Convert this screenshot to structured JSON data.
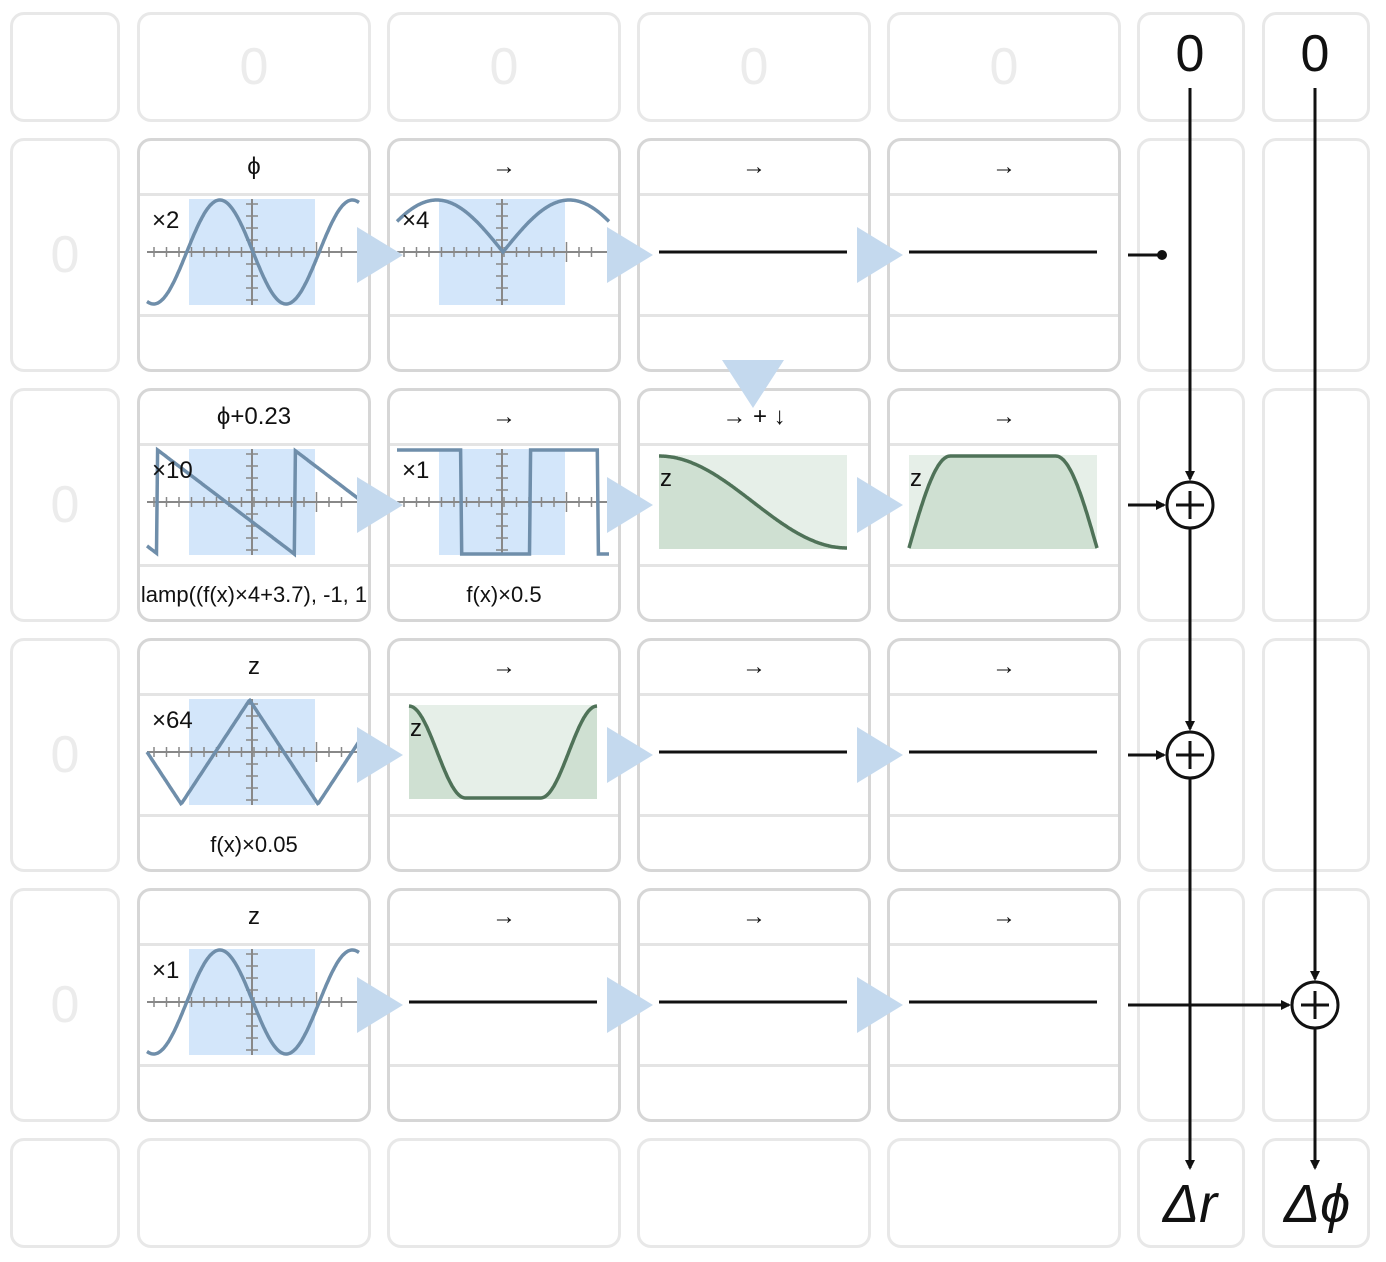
{
  "rows": [
    {
      "cells": [
        {
          "header": "ϕ",
          "footer": "",
          "kind": "osc",
          "wave": "sine2",
          "mult": "×2"
        },
        {
          "header": "→",
          "footer": "",
          "kind": "osc",
          "wave": "abssine",
          "mult": "×4"
        },
        {
          "header": "→",
          "footer": "",
          "kind": "flat"
        },
        {
          "header": "→",
          "footer": "",
          "kind": "flat"
        }
      ]
    },
    {
      "cells": [
        {
          "header": "ϕ+0.23",
          "footer": "lamp((f(x)×4+3.7), -1, 1",
          "kind": "osc",
          "wave": "saw",
          "mult": "×10"
        },
        {
          "header": "→",
          "footer": "f(x)×0.5",
          "kind": "osc",
          "wave": "square",
          "mult": "×1"
        },
        {
          "header": "→ + ↓",
          "footer": "",
          "kind": "shape",
          "wave": "cosdown",
          "zlabel": "z"
        },
        {
          "header": "→",
          "footer": "",
          "kind": "shape",
          "wave": "plateau",
          "zlabel": "z"
        }
      ]
    },
    {
      "cells": [
        {
          "header": "z",
          "footer": "f(x)×0.05",
          "kind": "osc",
          "wave": "tri",
          "mult": "×64"
        },
        {
          "header": "→",
          "footer": "",
          "kind": "shape",
          "wave": "bathtub",
          "zlabel": "z"
        },
        {
          "header": "→",
          "footer": "",
          "kind": "flat"
        },
        {
          "header": "→",
          "footer": "",
          "kind": "flat"
        }
      ]
    },
    {
      "cells": [
        {
          "header": "z",
          "footer": "",
          "kind": "osc",
          "wave": "sine2",
          "mult": "×1"
        },
        {
          "header": "→",
          "footer": "",
          "kind": "flat"
        },
        {
          "header": "→",
          "footer": "",
          "kind": "flat"
        },
        {
          "header": "→",
          "footer": "",
          "kind": "flat"
        }
      ]
    }
  ],
  "zero_label": "0",
  "outputs": {
    "top_r": "0",
    "top_phi": "0",
    "delta_r": "Δr",
    "delta_phi": "Δϕ"
  },
  "colors": {
    "osc_line": "#6f8eaa",
    "osc_fill": "#d3e6fa",
    "shape_line": "#4f7258",
    "shape_fill": "#cfe0d2",
    "shape_bg": "#e6efe8",
    "arrow_fill": "#c4d9ee",
    "axis": "#888888",
    "wire": "#111111",
    "cell_border": "#d6d6d6"
  }
}
